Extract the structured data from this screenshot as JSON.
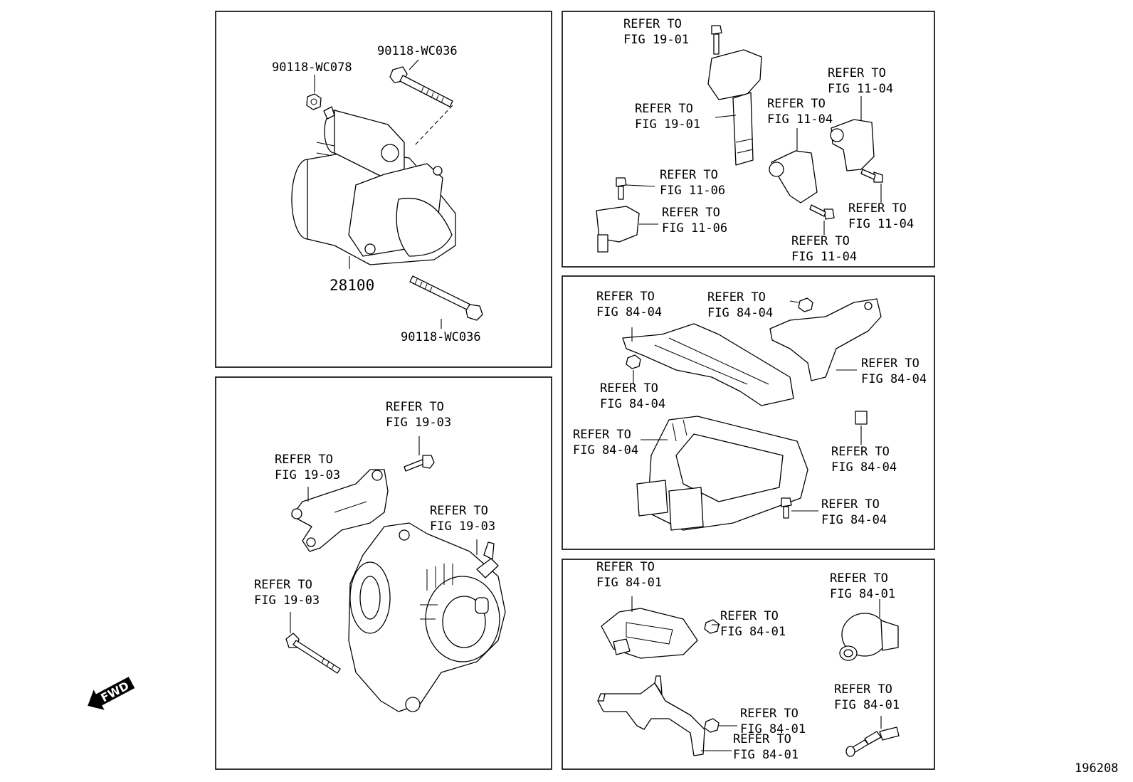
{
  "diagram_id": "196208",
  "fwd_label": "FWD",
  "panels": {
    "starter": {
      "part_number": "28100",
      "nut_label": "90118-WC078",
      "bolt_top_label": "90118-WC036",
      "bolt_bottom_label": "90118-WC036"
    },
    "alternator": {
      "refs": [
        "REFER TO FIG 19-03",
        "REFER TO FIG 19-03",
        "REFER TO FIG 19-03",
        "REFER TO FIG 19-03"
      ]
    },
    "sensors": {
      "refs": [
        "REFER TO FIG 19-01",
        "REFER TO FIG 19-01",
        "REFER TO FIG 11-04",
        "REFER TO FIG 11-04",
        "REFER TO FIG 11-06",
        "REFER TO FIG 11-06",
        "REFER TO FIG 11-04",
        "REFER TO FIG 11-04"
      ]
    },
    "ecu": {
      "refs": [
        "REFER TO FIG 84-04",
        "REFER TO FIG 84-04",
        "REFER TO FIG 84-04",
        "REFER TO FIG 84-04",
        "REFER TO FIG 84-04",
        "REFER TO FIG 84-04",
        "REFER TO FIG 84-04"
      ]
    },
    "bracket": {
      "refs": [
        "REFER TO FIG 84-01",
        "REFER TO FIG 84-01",
        "REFER TO FIG 84-01",
        "REFER TO FIG 84-01",
        "REFER TO FIG 84-01",
        "REFER TO FIG 84-01"
      ]
    }
  }
}
